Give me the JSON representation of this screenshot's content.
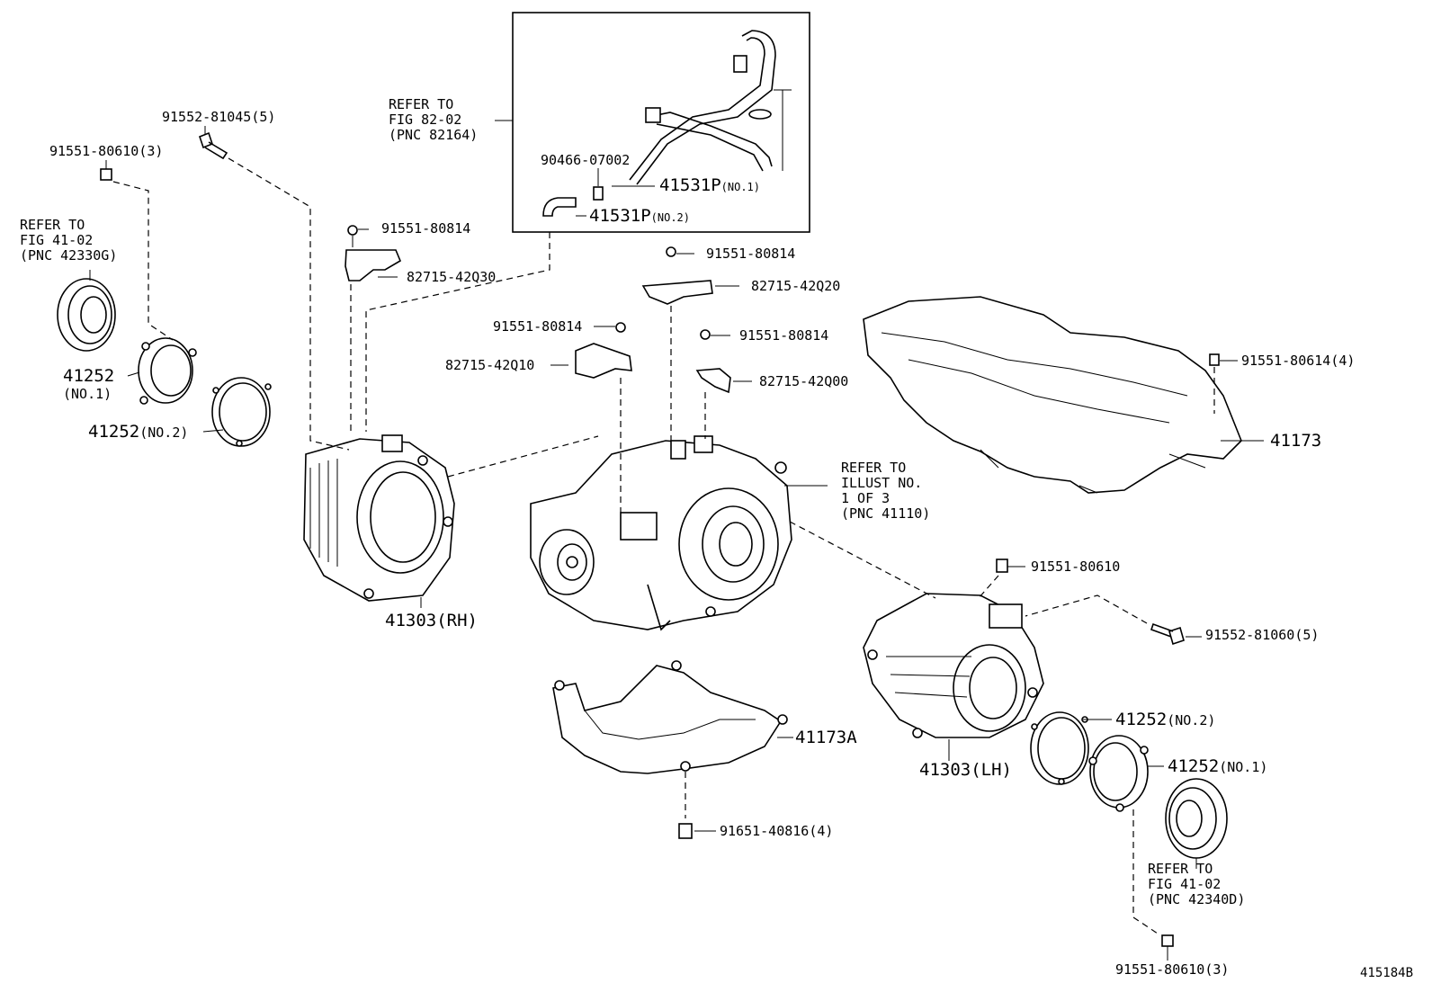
{
  "diagram": {
    "figure_id": "415184B",
    "refer_boxes": {
      "fig_82_02": [
        "REFER TO",
        "FIG 82-02",
        "(PNC 82164)"
      ],
      "fig_41_02_left": [
        "REFER TO",
        "FIG 41-02",
        "(PNC 42330G)"
      ],
      "illust_no": [
        "REFER TO",
        "ILLUST NO.",
        "1 OF 3",
        "(PNC 41110)"
      ],
      "fig_41_02_right": [
        "REFER TO",
        "FIG 41-02",
        "(PNC 42340D)"
      ]
    },
    "part_labels": {
      "p_91552_81045": "91552-81045(5)",
      "p_91551_80610_3_top": "91551-80610(3)",
      "p_90466_07002": "90466-07002",
      "p_41531p_no1_main": "41531P",
      "p_41531p_no1_suffix": "(NO.1)",
      "p_41531p_no2_main": "41531P",
      "p_41531p_no2_suffix": "(NO.2)",
      "p_91551_80814_a": "91551-80814",
      "p_82715_42q30": "82715-42Q30",
      "p_91551_80814_b": "91551-80814",
      "p_82715_42q20": "82715-42Q20",
      "p_91551_80814_c": "91551-80814",
      "p_82715_42q10": "82715-42Q10",
      "p_91551_80814_d": "91551-80814",
      "p_82715_42q00": "82715-42Q00",
      "p_91551_80614": "91551-80614(4)",
      "p_41252_no1_left": "41252",
      "p_41252_no1_left_sub": "(NO.1)",
      "p_41252_no2_left_main": "41252",
      "p_41252_no2_left_suffix": "(NO.2)",
      "p_41173": "41173",
      "p_41303_rh": "41303(RH)",
      "p_91551_80610": "91551-80610",
      "p_91552_81060": "91552-81060(5)",
      "p_41173a": "41173A",
      "p_41252_no2_right_main": "41252",
      "p_41252_no2_right_suffix": "(NO.2)",
      "p_41252_no1_right_main": "41252",
      "p_41252_no1_right_suffix": "(NO.1)",
      "p_41303_lh": "41303(LH)",
      "p_91651_40816": "91651-40816(4)",
      "p_91551_80610_3_bottom": "91551-80610(3)"
    }
  }
}
